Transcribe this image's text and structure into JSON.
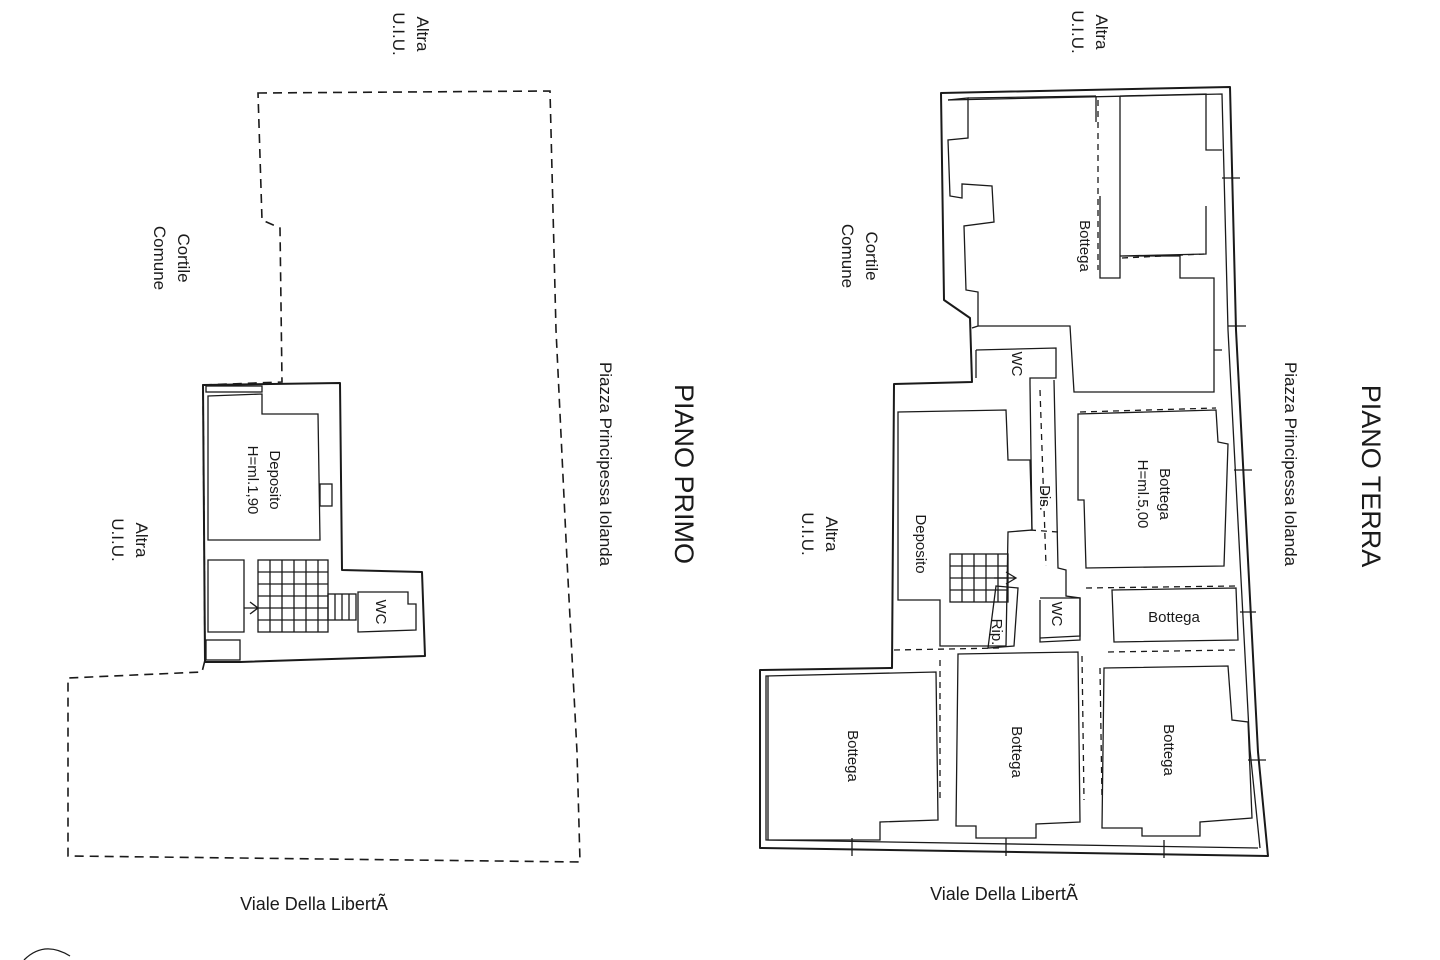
{
  "first_floor": {
    "title": "PIANO PRIMO",
    "labels": {
      "other_unit_top": [
        "Altra",
        "U.I.U."
      ],
      "courtyard": [
        "Cortile",
        "Comune"
      ],
      "other_unit_side": [
        "Altra",
        "U.I.U."
      ],
      "square": "Piazza Principessa Iolanda",
      "street": "Viale Della LibertÃ"
    },
    "rooms": {
      "storage": [
        "Deposito",
        "H=ml.1,90"
      ],
      "wc": "WC"
    }
  },
  "ground_floor": {
    "title": "PIANO TERRA",
    "labels": {
      "other_unit_top": [
        "Altra",
        "U.I.U."
      ],
      "courtyard": [
        "Cortile",
        "Comune"
      ],
      "other_unit_side": [
        "Altra",
        "U.I.U."
      ],
      "square": "Piazza Principessa Iolanda",
      "street": "Viale Della LibertÃ"
    },
    "rooms": {
      "shop_top": "Bottega",
      "wc_top": "WC",
      "shop_center": [
        "Bottega",
        "H=ml.5,00"
      ],
      "corridor": "Dis.",
      "storage": "Deposito",
      "wc": "WC",
      "closet": "Rip.",
      "shop_small": "Bottega",
      "shop_bottom_left": "Bottega",
      "shop_bottom_middle": "Bottega",
      "shop_bottom_right": "Bottega"
    }
  }
}
